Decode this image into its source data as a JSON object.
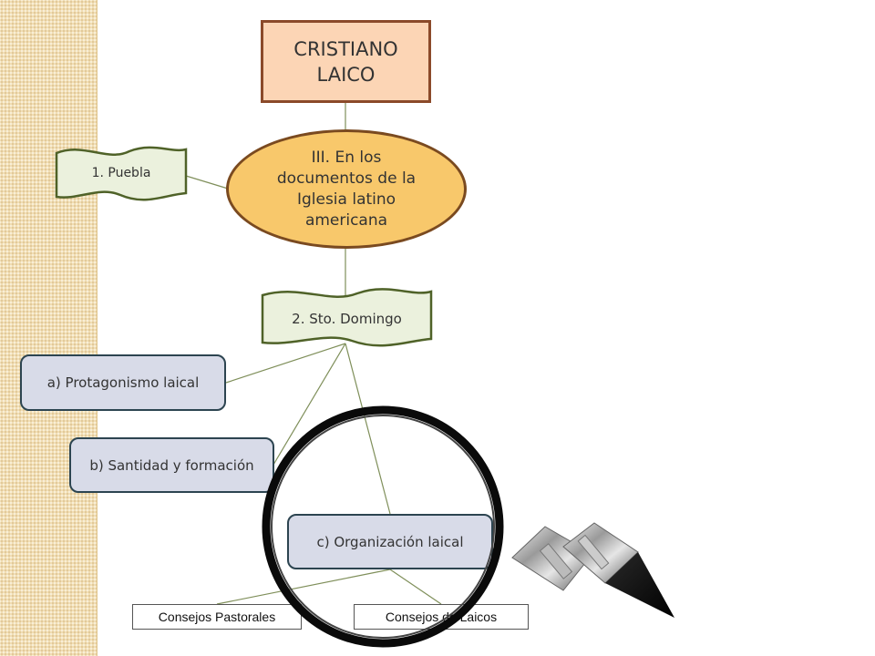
{
  "nodes": {
    "title": "CRISTIANO LAICO",
    "center": "III. En los documentos de la Iglesia latino americana",
    "puebla": "1. Puebla",
    "santo_domingo": "2. Sto. Domingo",
    "protagonismo": "a) Protagonismo laical",
    "santidad": "b) Santidad y formación",
    "organizacion": "c) Organización laical",
    "consejos_pastorales": "Consejos Pastorales",
    "consejos_laicos": "Consejos de Laicos"
  },
  "colors": {
    "title_fill": "#fcd5b5",
    "title_border": "#8b4a2a",
    "ellipse_fill": "#f8c86b",
    "banner_fill": "#ebf1dd",
    "banner_border": "#4f6228",
    "rounded_fill": "#d8dbe8",
    "rounded_border": "#2c4450",
    "connector": "#7f8f5a"
  },
  "icons": {
    "magnifier": "magnifying-glass-icon"
  }
}
